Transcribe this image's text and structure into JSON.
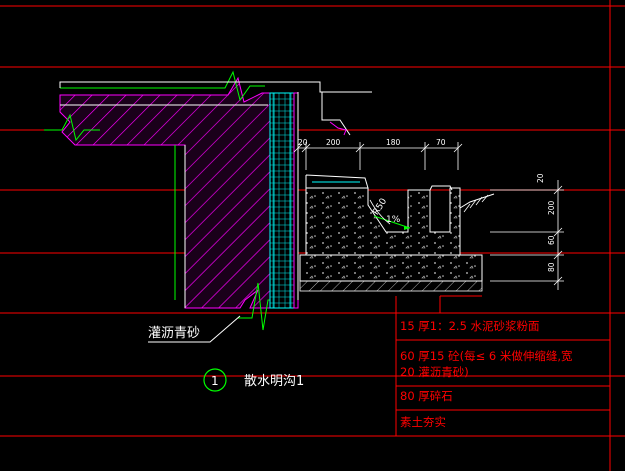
{
  "drawing": {
    "labels": {
      "sand_fill": "灌沥青砂",
      "detail_number": "1",
      "detail_title": "散水明沟1",
      "slope_radius": "R50",
      "slope": "1%"
    },
    "dimensions": {
      "top": [
        "20",
        "200",
        "180",
        "70"
      ],
      "right": [
        "20",
        "200",
        "60",
        "80"
      ]
    },
    "legend_rows": [
      {
        "line1": "15  厚1：2.5  水泥砂浆粉面",
        "line2": ""
      },
      {
        "line1": "60  厚15  砼(每≤ 6 米做伸缩缝,宽",
        "line2": "20  灌沥青砂)"
      },
      {
        "line1": "80  厚碎石",
        "line2": ""
      },
      {
        "line1": "素土夯实",
        "line2": ""
      }
    ],
    "colors": {
      "background": "#000000",
      "grid": "#ff0000",
      "wall_hatch": "#ff00ff",
      "outline": "#ffffff",
      "dimension": "#ffffff",
      "insulation": "#00ffff",
      "label": "#ffffff",
      "circle": "#00ff00",
      "table_text": "#ff0000"
    }
  }
}
